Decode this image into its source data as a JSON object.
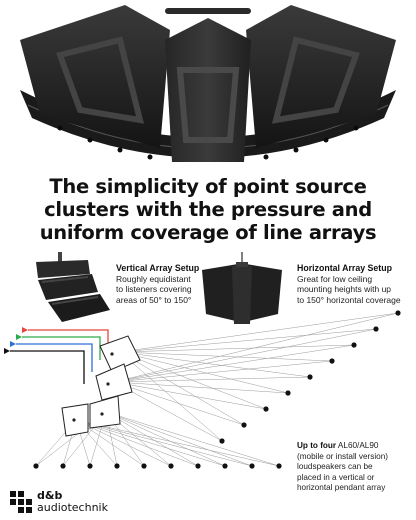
{
  "headline": {
    "line1": "The simplicity of point source",
    "line2": "clusters with the pressure and",
    "line3": "uniform coverage of line arrays"
  },
  "vertical_setup": {
    "title": "Vertical Array Setup",
    "line1": "Roughly equidistant",
    "line2": "to listeners covering",
    "line3": "areas of 50° to 150°"
  },
  "horizontal_setup": {
    "title": "Horizontal Array Setup",
    "line1": "Great for low ceiling",
    "line2": "mounting heights with up",
    "line3": "to 150° horizontal coverage"
  },
  "diagram_note": {
    "bold": "Up to four",
    "rest1": " AL60/AL90",
    "line2": "(mobile or install version)",
    "line3": "loudspeakers can be",
    "line4": "placed in a vertical or",
    "line5": "horizontal pendant array"
  },
  "logo": {
    "line1": "d&b",
    "line2": "audiotechnik"
  },
  "colors": {
    "ray_red": "#e8453c",
    "ray_green": "#2eaa4a",
    "ray_blue": "#2f6fd6",
    "ray_black": "#111111",
    "cabinet": "#1c1c1c"
  }
}
